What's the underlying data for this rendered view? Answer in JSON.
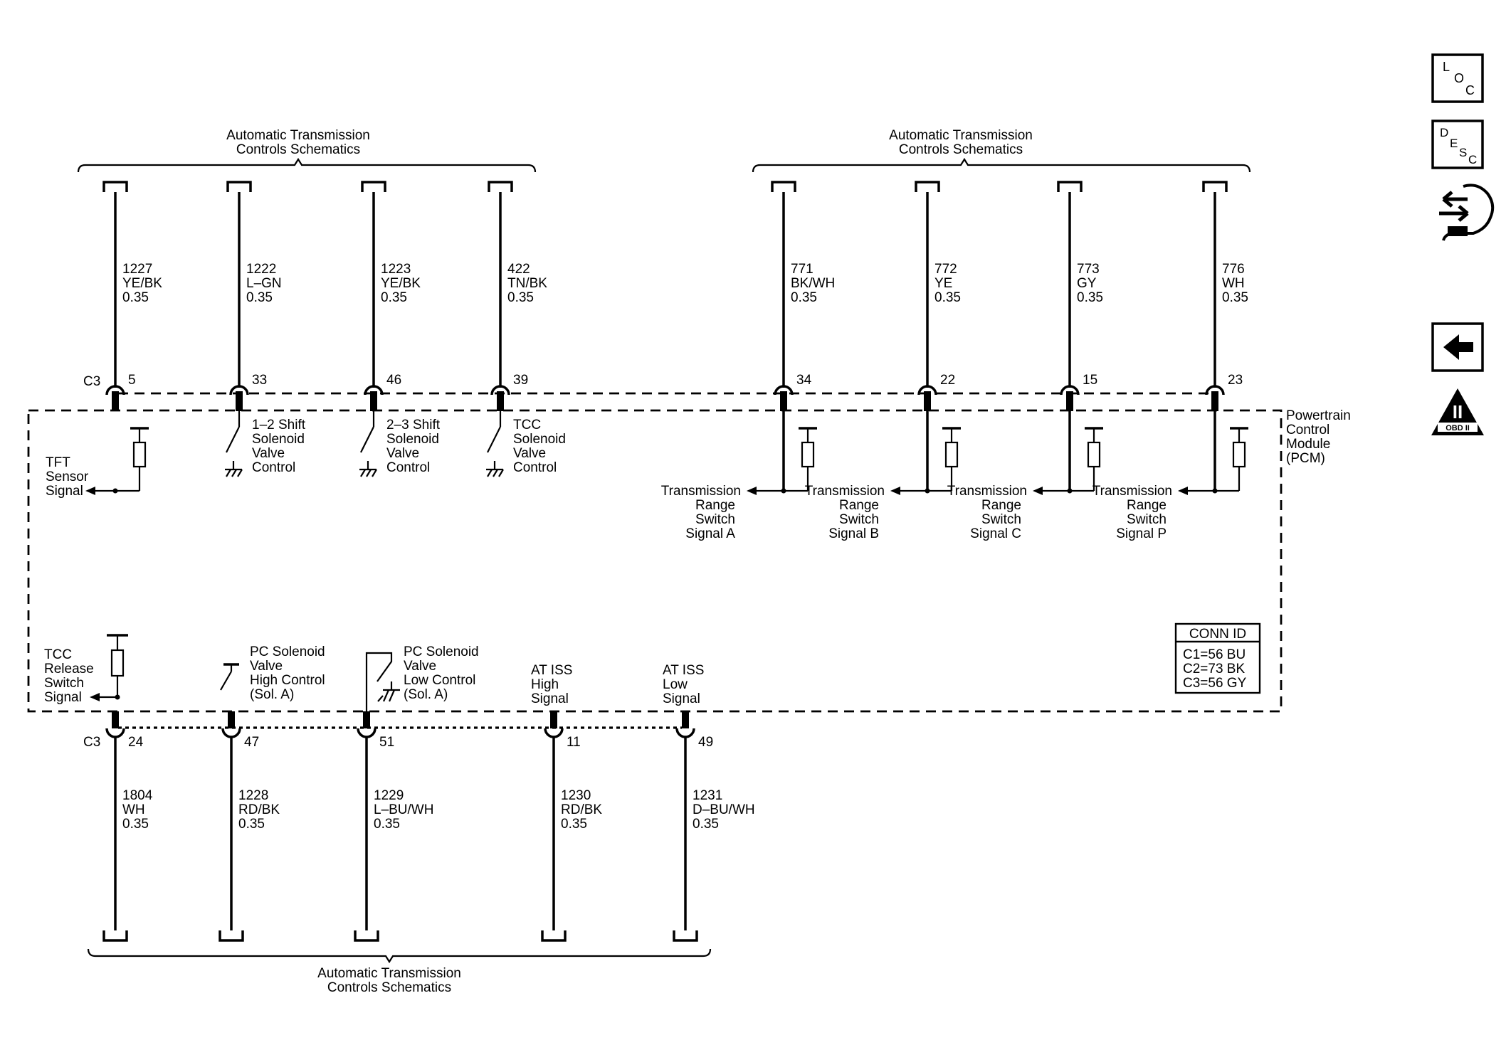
{
  "schematic": {
    "top_left_header": [
      "Automatic Transmission",
      "Controls Schematics"
    ],
    "top_right_header": [
      "Automatic Transmission",
      "Controls Schematics"
    ],
    "bottom_header": [
      "Automatic Transmission",
      "Controls Schematics"
    ],
    "module_label": [
      "Powertrain",
      "Control",
      "Module",
      "(PCM)"
    ],
    "connector_top": "C3",
    "connector_bottom": "C3",
    "top_wires": [
      {
        "circuit": "1227",
        "color": "YE/BK",
        "gauge": "0.35",
        "pin": "5"
      },
      {
        "circuit": "1222",
        "color": "L–GN",
        "gauge": "0.35",
        "pin": "33"
      },
      {
        "circuit": "1223",
        "color": "YE/BK",
        "gauge": "0.35",
        "pin": "46"
      },
      {
        "circuit": "422",
        "color": "TN/BK",
        "gauge": "0.35",
        "pin": "39"
      },
      {
        "circuit": "771",
        "color": "BK/WH",
        "gauge": "0.35",
        "pin": "34"
      },
      {
        "circuit": "772",
        "color": "YE",
        "gauge": "0.35",
        "pin": "22"
      },
      {
        "circuit": "773",
        "color": "GY",
        "gauge": "0.35",
        "pin": "15"
      },
      {
        "circuit": "776",
        "color": "WH",
        "gauge": "0.35",
        "pin": "23"
      }
    ],
    "bottom_wires": [
      {
        "circuit": "1804",
        "color": "WH",
        "gauge": "0.35",
        "pin": "24"
      },
      {
        "circuit": "1228",
        "color": "RD/BK",
        "gauge": "0.35",
        "pin": "47"
      },
      {
        "circuit": "1229",
        "color": "L–BU/WH",
        "gauge": "0.35",
        "pin": "51"
      },
      {
        "circuit": "1230",
        "color": "RD/BK",
        "gauge": "0.35",
        "pin": "11"
      },
      {
        "circuit": "1231",
        "color": "D–BU/WH",
        "gauge": "0.35",
        "pin": "49"
      }
    ],
    "top_labels": {
      "tft": [
        "TFT",
        "Sensor",
        "Signal"
      ],
      "shift12": [
        "1–2 Shift",
        "Solenoid",
        "Valve",
        "Control"
      ],
      "shift23": [
        "2–3 Shift",
        "Solenoid",
        "Valve",
        "Control"
      ],
      "tcc": [
        "TCC",
        "Solenoid",
        "Valve",
        "Control"
      ],
      "range_a": [
        "Transmission",
        "Range",
        "Switch",
        "Signal A"
      ],
      "range_b": [
        "Transmission",
        "Range",
        "Switch",
        "Signal B"
      ],
      "range_c": [
        "Transmission",
        "Range",
        "Switch",
        "Signal C"
      ],
      "range_p": [
        "Transmission",
        "Range",
        "Switch",
        "Signal P"
      ]
    },
    "bottom_labels": {
      "tcc_release": [
        "TCC",
        "Release",
        "Switch",
        "Signal"
      ],
      "pc_high": [
        "PC Solenoid",
        "Valve",
        "High Control",
        "(Sol. A)"
      ],
      "pc_low": [
        "PC Solenoid",
        "Valve",
        "Low Control",
        "(Sol. A)"
      ],
      "iss_high": [
        "AT ISS",
        "High",
        "Signal"
      ],
      "iss_low": [
        "AT ISS",
        "Low",
        "Signal"
      ]
    },
    "conn_id": {
      "title": "CONN ID",
      "rows": [
        "C1=56 BU",
        "C2=73 BK",
        "C3=56 GY"
      ]
    }
  },
  "side_icons": {
    "loc": [
      "L",
      "O",
      "C"
    ],
    "desc": [
      "D",
      "E",
      "S",
      "C"
    ],
    "obd": [
      "II",
      "OBD II"
    ],
    "names": [
      "loc-icon",
      "desc-icon",
      "connector-hand-icon",
      "back-arrow-icon",
      "obd-ii-icon"
    ]
  }
}
